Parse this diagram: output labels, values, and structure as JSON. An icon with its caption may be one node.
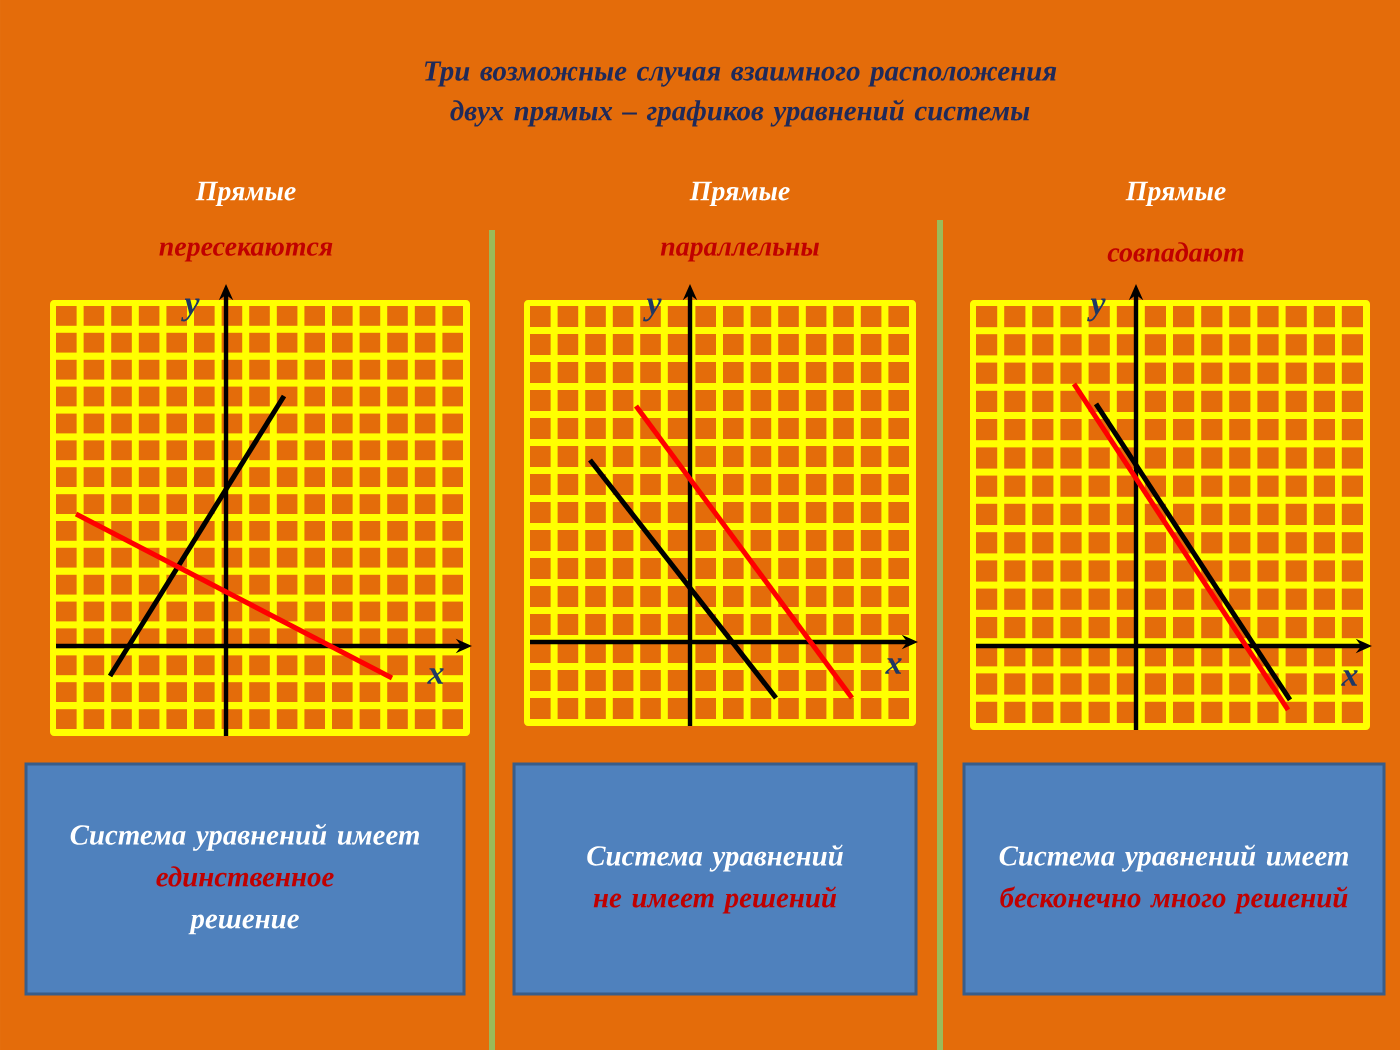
{
  "diagram": {
    "title": "Три возможные случая взаимного расположения двух прямых – графиков уравнений системы",
    "nodes": [
      {
        "text": [
          "y",
          "x"
        ]
      },
      {
        "text": [
          "y",
          "x"
        ]
      },
      {
        "text": [
          "y",
          "x"
        ]
      },
      {
        "text": [
          "Система уравнений имеет",
          "единственное",
          "решение"
        ]
      },
      {
        "text": [
          "Система уравнений",
          "не имеет решений"
        ]
      },
      {
        "text": [
          "Система уравнений имеет",
          "бесконечно много решений"
        ]
      }
    ],
    "labels": [
      "Прямые",
      "Прямые",
      "Прямые",
      "пересекаются",
      "параллельны",
      "совпадают"
    ]
  }
}
